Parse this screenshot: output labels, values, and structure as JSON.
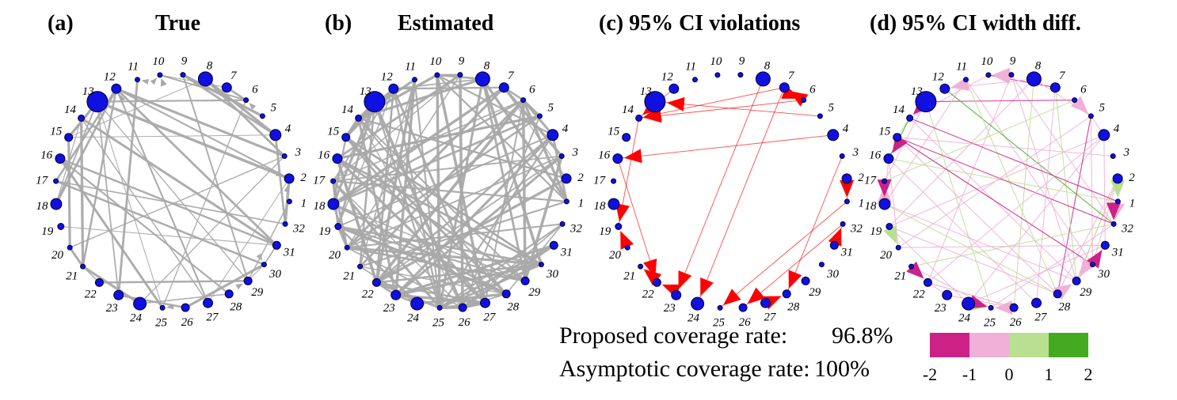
{
  "panels": [
    {
      "label": "(a)",
      "title": "True"
    },
    {
      "label": "(b)",
      "title": "Estimated"
    },
    {
      "label": "(c)",
      "title": "95% CI violations"
    },
    {
      "label": "(d)",
      "title": "95% CI width diff."
    }
  ],
  "node_labels": [
    "1",
    "2",
    "3",
    "4",
    "5",
    "6",
    "7",
    "8",
    "9",
    "10",
    "11",
    "12",
    "13",
    "14",
    "15",
    "16",
    "17",
    "18",
    "19",
    "20",
    "21",
    "22",
    "23",
    "24",
    "25",
    "26",
    "27",
    "28",
    "29",
    "30",
    "31",
    "32"
  ],
  "colors": {
    "node_fill": "#1010e0",
    "node_stroke": "#000033",
    "edge_gray": "#a9a9a9",
    "edge_red": "#ff0000",
    "diverging": [
      "#cc2288",
      "#f0b0d8",
      "#b8e090",
      "#44aa22"
    ]
  },
  "coverage": {
    "proposed_label": "Proposed coverage rate:",
    "proposed_value": "96.8%",
    "asymptotic_label": "Asymptotic coverage rate:",
    "asymptotic_value": "100%"
  },
  "colorbar": {
    "ticks": [
      "-2",
      "-1",
      "0",
      "1",
      "2"
    ],
    "colors": [
      "#cc2288",
      "#f0b0d8",
      "#b8e090",
      "#44aa22"
    ]
  }
}
